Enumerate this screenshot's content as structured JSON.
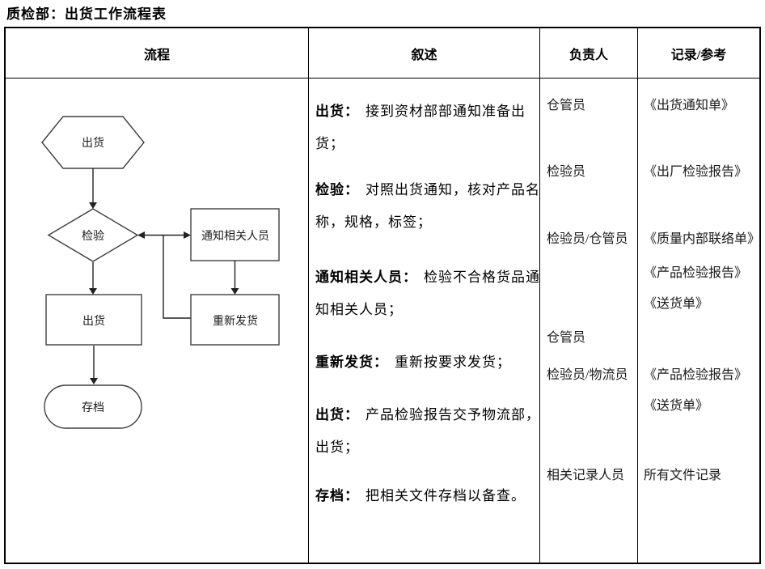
{
  "title": "质检部：出货工作流程表",
  "table": {
    "headers": {
      "process": "流程",
      "description": "叙述",
      "responsible": "负责人",
      "records": "记录/参考"
    }
  },
  "flowchart": {
    "nodes": {
      "start": {
        "shape": "hexagon",
        "label": "出货"
      },
      "inspect": {
        "shape": "diamond",
        "label": "检验"
      },
      "notify": {
        "shape": "rectangle",
        "label": "通知相关人员"
      },
      "ship": {
        "shape": "rectangle",
        "label": "出货"
      },
      "reship": {
        "shape": "rectangle",
        "label": "重新发货"
      },
      "archive": {
        "shape": "stadium",
        "label": "存档"
      }
    }
  },
  "description": {
    "paragraphs": [
      {
        "label": "出货：",
        "text": "接到资材部部通知准备出\n货；"
      },
      {
        "label": "检验：",
        "text": "对照出货通知，核对产品名\n称，规格，标签；"
      },
      {
        "label": "通知相关人员：",
        "text": "检验不合格货品通\n知相关人员；"
      },
      {
        "label": "重新发货：",
        "text": "重新按要求发货；"
      },
      {
        "label": "出货：",
        "text": "产品检验报告交予物流部，\n出货；"
      },
      {
        "label": "存档：",
        "text": "把相关文件存档以备查。"
      }
    ]
  },
  "responsible": {
    "items": [
      {
        "label": "仓管员"
      },
      {
        "label": "检验员"
      },
      {
        "label": "检验员/仓管员"
      },
      {
        "label": "仓管员"
      },
      {
        "label": "检验员/物流员"
      },
      {
        "label": "相关记录人员"
      }
    ]
  },
  "records": {
    "items": [
      {
        "label": "《出货通知单》"
      },
      {
        "label": "《出厂检验报告》"
      },
      {
        "label": "《质量内部联络单》"
      },
      {
        "label": "《产品检验报告》"
      },
      {
        "label": "《送货单》"
      },
      {
        "label": "《产品检验报告》"
      },
      {
        "label": "《送货单》"
      },
      {
        "label": "所有文件记录"
      }
    ]
  },
  "colors": {
    "border": "#000000",
    "flow_stroke": "#3f3f3f",
    "text": "#000000"
  }
}
